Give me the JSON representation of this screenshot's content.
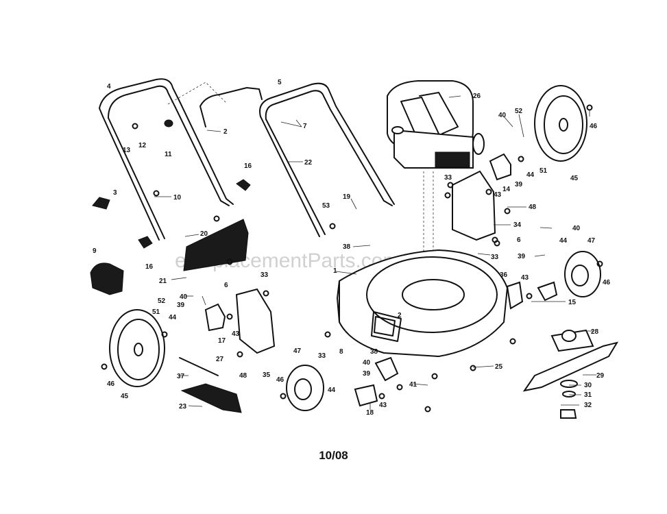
{
  "diagram": {
    "watermark": "eReplacementParts.com",
    "date_code": "10/08",
    "callouts": [
      {
        "id": "c4",
        "text": "4"
      },
      {
        "id": "c5",
        "text": "5"
      },
      {
        "id": "c26",
        "text": "26"
      },
      {
        "id": "c40a",
        "text": "40"
      },
      {
        "id": "c52a",
        "text": "52"
      },
      {
        "id": "c46a",
        "text": "46"
      },
      {
        "id": "c13",
        "text": "13"
      },
      {
        "id": "c12",
        "text": "12"
      },
      {
        "id": "c11",
        "text": "11"
      },
      {
        "id": "c2",
        "text": "2"
      },
      {
        "id": "c7",
        "text": "7"
      },
      {
        "id": "c51a",
        "text": "51"
      },
      {
        "id": "c44a",
        "text": "44"
      },
      {
        "id": "c45a",
        "text": "45"
      },
      {
        "id": "c39a",
        "text": "39"
      },
      {
        "id": "c14",
        "text": "14"
      },
      {
        "id": "c43a",
        "text": "43"
      },
      {
        "id": "c33a",
        "text": "33"
      },
      {
        "id": "c16a",
        "text": "16"
      },
      {
        "id": "c22",
        "text": "22"
      },
      {
        "id": "c3",
        "text": "3"
      },
      {
        "id": "c10",
        "text": "10"
      },
      {
        "id": "c19",
        "text": "19"
      },
      {
        "id": "c53",
        "text": "53"
      },
      {
        "id": "c48a",
        "text": "48"
      },
      {
        "id": "c34",
        "text": "34"
      },
      {
        "id": "c40b",
        "text": "40"
      },
      {
        "id": "c20",
        "text": "20"
      },
      {
        "id": "c6a",
        "text": "6"
      },
      {
        "id": "c9",
        "text": "9"
      },
      {
        "id": "c16b",
        "text": "16"
      },
      {
        "id": "c38a",
        "text": "38"
      },
      {
        "id": "c44b",
        "text": "44"
      },
      {
        "id": "c47a",
        "text": "47"
      },
      {
        "id": "c33b",
        "text": "33"
      },
      {
        "id": "c39b",
        "text": "39"
      },
      {
        "id": "c1",
        "text": "1"
      },
      {
        "id": "c21",
        "text": "21"
      },
      {
        "id": "c6b",
        "text": "6"
      },
      {
        "id": "c33c",
        "text": "33"
      },
      {
        "id": "c43b",
        "text": "43"
      },
      {
        "id": "c46b",
        "text": "46"
      },
      {
        "id": "c36",
        "text": "36"
      },
      {
        "id": "c15",
        "text": "15"
      },
      {
        "id": "c40c",
        "text": "40"
      },
      {
        "id": "c39c",
        "text": "39"
      },
      {
        "id": "c52b",
        "text": "52"
      },
      {
        "id": "c2b",
        "text": "2"
      },
      {
        "id": "c51b",
        "text": "51"
      },
      {
        "id": "c44c",
        "text": "44"
      },
      {
        "id": "c17",
        "text": "17"
      },
      {
        "id": "c43c",
        "text": "43"
      },
      {
        "id": "c28",
        "text": "28"
      },
      {
        "id": "c33d",
        "text": "33"
      },
      {
        "id": "c8",
        "text": "8"
      },
      {
        "id": "c47b",
        "text": "47"
      },
      {
        "id": "c38b",
        "text": "38"
      },
      {
        "id": "c40d",
        "text": "40"
      },
      {
        "id": "c29",
        "text": "29"
      },
      {
        "id": "c27",
        "text": "27"
      },
      {
        "id": "c48b",
        "text": "48"
      },
      {
        "id": "c35",
        "text": "35"
      },
      {
        "id": "c25",
        "text": "25"
      },
      {
        "id": "c37",
        "text": "37"
      },
      {
        "id": "c46c",
        "text": "46"
      },
      {
        "id": "c39d",
        "text": "39"
      },
      {
        "id": "c46d",
        "text": "46"
      },
      {
        "id": "c44d",
        "text": "44"
      },
      {
        "id": "c41",
        "text": "41"
      },
      {
        "id": "c30",
        "text": "30"
      },
      {
        "id": "c31",
        "text": "31"
      },
      {
        "id": "c45b",
        "text": "45"
      },
      {
        "id": "c18",
        "text": "18"
      },
      {
        "id": "c43d",
        "text": "43"
      },
      {
        "id": "c23",
        "text": "23"
      },
      {
        "id": "c32",
        "text": "32"
      }
    ]
  }
}
